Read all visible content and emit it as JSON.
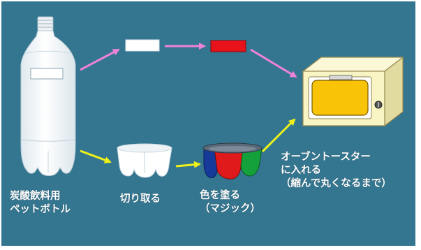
{
  "colors": {
    "background": "#34768f",
    "pink_arrow": "#ee82d6",
    "yellow_arrow": "#eef218",
    "label_white": "#ffffff",
    "red_strip": "#e8121a",
    "toaster_body": "#f8f4c4",
    "toaster_window": "#f9c308",
    "cup_blue": "#153a9a",
    "cup_red": "#e01a1a",
    "cup_green": "#14a03a"
  },
  "labels": {
    "bottle": [
      "炭酸飲料用",
      "ペットボトル"
    ],
    "cut": [
      "切り取る"
    ],
    "paint": [
      "色を塗る",
      "（マジック）"
    ],
    "oven": [
      "オーブントースター",
      "に入れる",
      "（縮んで丸くなるまで）"
    ]
  },
  "icons": {
    "bottle": "pet-bottle-icon",
    "white_strip": "white-strip-icon",
    "red_strip": "red-strip-icon",
    "cut_cup": "cut-bottle-bottom-icon",
    "painted_cup": "painted-cup-icon",
    "toaster": "toaster-oven-icon"
  }
}
